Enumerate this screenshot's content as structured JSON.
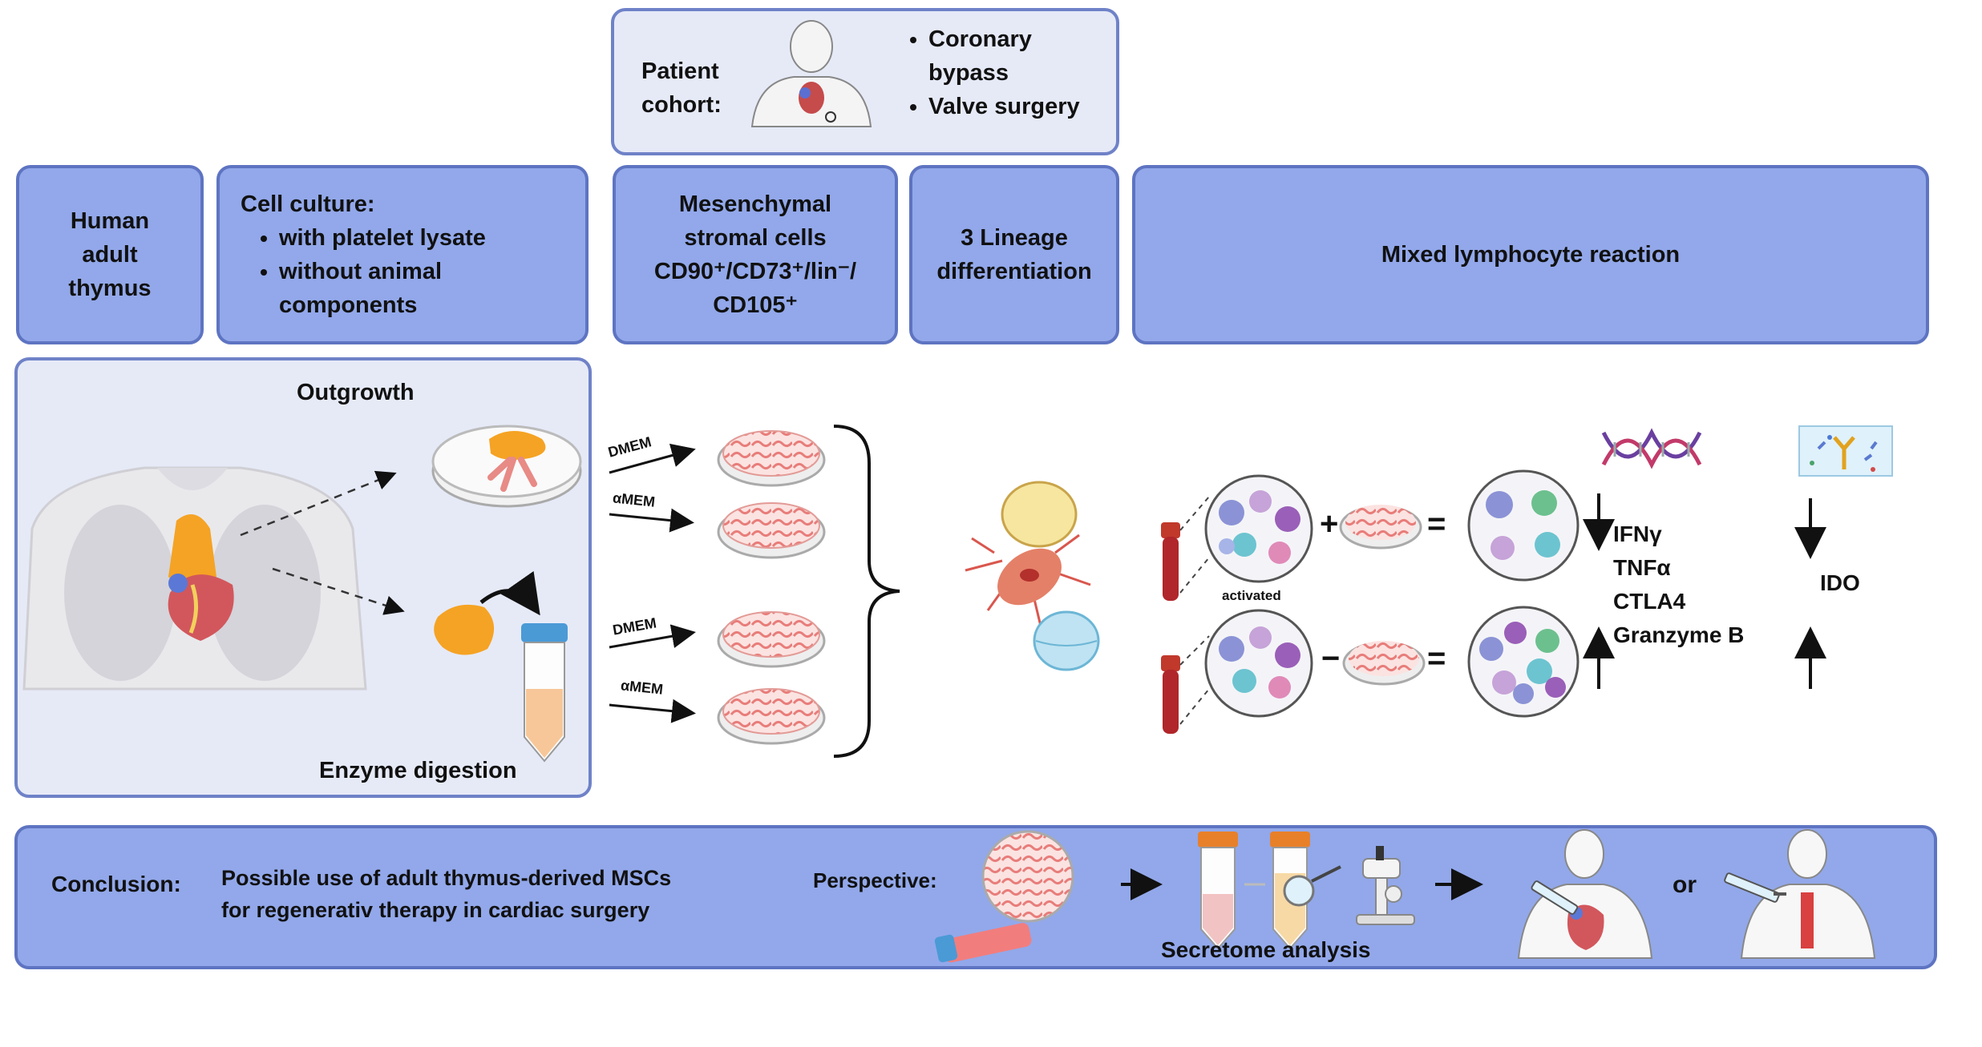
{
  "patient_cohort": {
    "label_line1": "Patient",
    "label_line2": "cohort:",
    "items": [
      "Coronary bypass",
      "Valve surgery"
    ]
  },
  "steps": {
    "thymus": [
      "Human",
      "adult",
      "thymus"
    ],
    "culture_title": "Cell culture:",
    "culture_items": [
      "with platelet lysate",
      "without animal components"
    ],
    "msc": [
      "Mesenchymal",
      "stromal cells",
      "CD90⁺/CD73⁺/lin⁻/",
      "CD105⁺"
    ],
    "lineage": [
      "3 Lineage",
      "differentiation"
    ],
    "mlr": "Mixed lymphocyte reaction"
  },
  "isolation": {
    "outgrowth": "Outgrowth",
    "enzyme": "Enzyme digestion",
    "media": [
      "DMEM",
      "αMEM",
      "DMEM",
      "αMEM"
    ]
  },
  "mlr_panel": {
    "activated": "activated",
    "markers": [
      "IFNγ",
      "TNFα",
      "CTLA4",
      "Granzyme B"
    ],
    "ido": "IDO",
    "plus": "+",
    "minus": "−",
    "equals": "="
  },
  "conclusion": {
    "label": "Conclusion:",
    "text_line1": "Possible use of adult thymus-derived MSCs",
    "text_line2": "for regenerativ therapy in cardiac surgery",
    "perspective": "Perspective:",
    "secretome": "Secretome analysis",
    "or": "or"
  },
  "colors": {
    "box_fill": "#92a8ea",
    "box_border": "#5e74c2",
    "panel_fill": "#e6eaf7",
    "thymus_orange": "#f5a324",
    "culture_pink": "#f0a0a0",
    "blood_red": "#b0262a"
  }
}
